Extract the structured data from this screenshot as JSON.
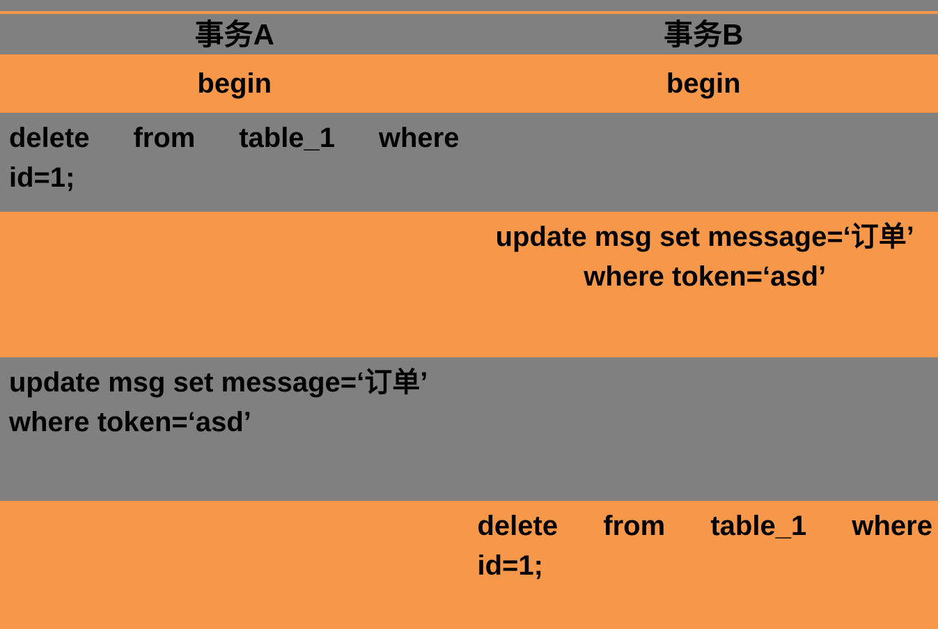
{
  "colors": {
    "row_gray": "#808080",
    "row_orange": "#F6974A",
    "text_black": "#000000"
  },
  "table": {
    "header": {
      "col_a": "事务A",
      "col_b": "事务B"
    },
    "rows": {
      "begin": {
        "a": "begin",
        "b": "begin"
      },
      "delete_a": {
        "line1": "delete from table_1 where",
        "line2": "id=1;"
      },
      "update_b": {
        "line1": "update msg set message=‘订单’",
        "line2": "where token=‘asd’"
      },
      "update_a": {
        "line1": "update msg set message=‘订单’",
        "line2": "where token=‘asd’"
      },
      "delete_b": {
        "line1": "delete from table_1 where",
        "line2": "id=1;"
      }
    }
  }
}
